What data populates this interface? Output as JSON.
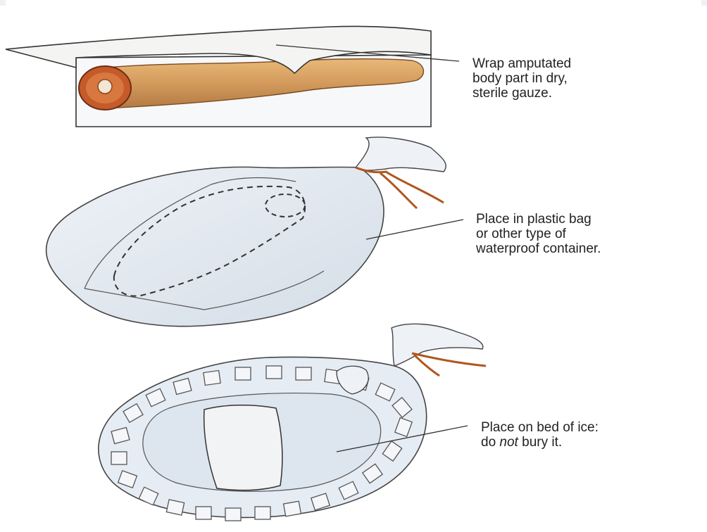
{
  "steps": [
    {
      "lines": [
        "Wrap amputated",
        "body part in dry,",
        "sterile gauze."
      ]
    },
    {
      "lines": [
        "Place in plastic bag",
        "or other type of",
        "waterproof container."
      ]
    },
    {
      "line1": "Place on bed of ice:",
      "line2_pre": "do ",
      "line2_emph": "not",
      "line2_post": " bury it."
    }
  ],
  "colors": {
    "flesh": "#d9a062",
    "bone_ring": "#c0562a",
    "bag_tint": "#dfe6ee",
    "string": "#b0561f",
    "ink": "#333333"
  }
}
